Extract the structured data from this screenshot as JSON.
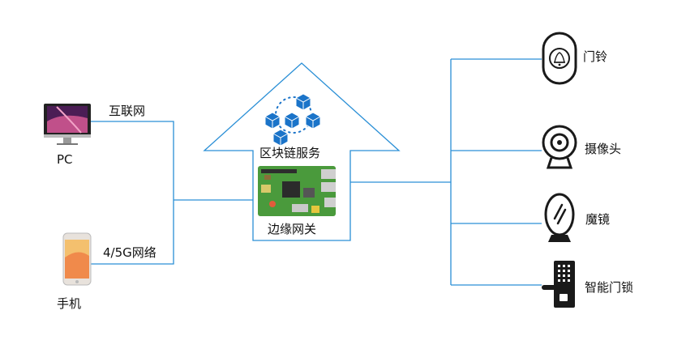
{
  "left": {
    "pc": {
      "label": "PC",
      "link_label": "互联网",
      "icon": "desktop-monitor-icon"
    },
    "phone": {
      "label": "手机",
      "link_label": "4/5G网络",
      "icon": "smartphone-icon"
    }
  },
  "center": {
    "blockchain": {
      "label": "区块链服务",
      "icon": "blockchain-cubes-icon"
    },
    "gateway": {
      "label": "边缘网关",
      "icon": "raspberry-pi-board-icon"
    }
  },
  "right": {
    "devices": [
      {
        "label": "门铃",
        "icon": "doorbell-icon"
      },
      {
        "label": "摄像头",
        "icon": "camera-icon"
      },
      {
        "label": "魔镜",
        "icon": "magic-mirror-icon"
      },
      {
        "label": "智能门锁",
        "icon": "smart-lock-icon"
      }
    ]
  },
  "colors": {
    "connector": "#2a8fd6",
    "cube": "#1b74c9",
    "board": "#4a9a3c"
  }
}
